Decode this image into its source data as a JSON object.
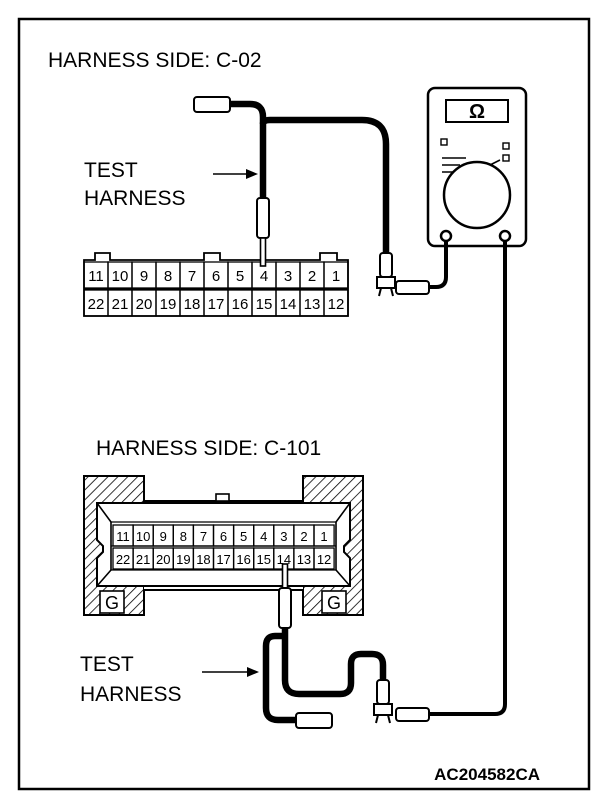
{
  "figure_id": "AC204582CA",
  "connector_c02": {
    "title": "HARNESS SIDE: C-02",
    "row1": [
      "11",
      "10",
      "9",
      "8",
      "7",
      "6",
      "5",
      "4",
      "3",
      "2",
      "1"
    ],
    "row2": [
      "22",
      "21",
      "20",
      "19",
      "18",
      "17",
      "16",
      "15",
      "14",
      "13",
      "12"
    ]
  },
  "connector_c101": {
    "title": "HARNESS SIDE: C-101",
    "row1": [
      "11",
      "10",
      "9",
      "8",
      "7",
      "6",
      "5",
      "4",
      "3",
      "2",
      "1"
    ],
    "row2": [
      "22",
      "21",
      "20",
      "19",
      "18",
      "17",
      "16",
      "15",
      "14",
      "13",
      "12"
    ],
    "ground_label_left": "G",
    "ground_label_right": "G"
  },
  "test_harness_upper": {
    "line1": "TEST",
    "line2": "HARNESS"
  },
  "test_harness_lower": {
    "line1": "TEST",
    "line2": "HARNESS"
  },
  "ohmmeter": {
    "symbol": "Ω"
  }
}
